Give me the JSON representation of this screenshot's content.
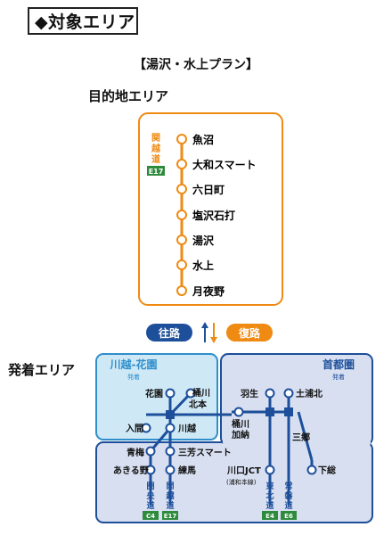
{
  "header": {
    "title": "◆対象エリア"
  },
  "plan_title": "【湯沢・水上プラン】",
  "destination": {
    "heading": "目的地エリア",
    "road": {
      "name_chars": [
        "関",
        "越",
        "道"
      ],
      "code": "E17"
    },
    "stations": [
      "魚沼",
      "大和スマート",
      "六日町",
      "塩沢石打",
      "湯沢",
      "水上",
      "月夜野"
    ],
    "color": "#ef8a12"
  },
  "direction": {
    "outbound": "往路",
    "return": "復路",
    "outbound_color": "#1d4f9a",
    "return_color": "#ef8a12"
  },
  "departure": {
    "heading": "発着エリア",
    "kawagoe": {
      "title": "川越-花園",
      "note": "発着",
      "bg": "#cfe8f6",
      "border": "#2f8fcb"
    },
    "shuto": {
      "title": "首都圏",
      "note": "発着",
      "bg": "#d8dff1",
      "border": "#1d4f9a"
    },
    "nodes": {
      "hanazono": "花園",
      "higashikawa": "桶川",
      "kitamoto": "北本",
      "iruma": "入間",
      "kawagoe": "川越",
      "hanyu": "羽生",
      "tsuchiura": "土浦北",
      "okegawa": "桶川",
      "kano": "加納",
      "ome": "青梅",
      "miyoshi": "三芳スマート",
      "akiruno": "あきる野",
      "nerima": "練馬",
      "kawaguchi": "川口JCT",
      "kawaguchi_note": "(浦和本線)",
      "shimofusa": "下総",
      "misato": "三郷"
    },
    "roads": {
      "ken": {
        "chars": [
          "圏",
          "央",
          "道"
        ],
        "code": "C4"
      },
      "kan": {
        "chars": [
          "関",
          "越",
          "道"
        ],
        "code": "E17"
      },
      "toh": {
        "chars": [
          "東",
          "北",
          "道"
        ],
        "code": "E4"
      },
      "jo": {
        "chars": [
          "常",
          "磐",
          "道"
        ],
        "code": "E6"
      }
    }
  }
}
